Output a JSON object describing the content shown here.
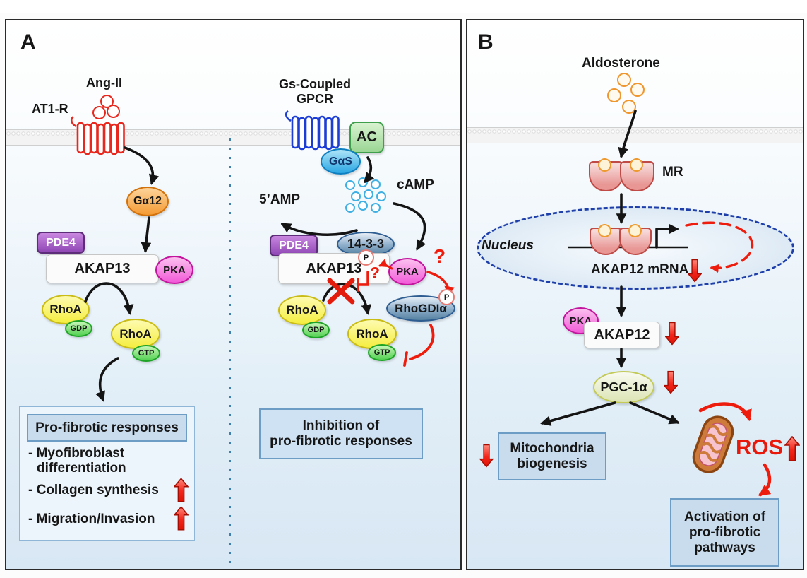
{
  "figure": {
    "panel_a": {
      "label": "A",
      "left": {
        "ligand": "Ang-II",
        "receptor": "AT1-R",
        "g_protein": "Gα12",
        "pde4": "PDE4",
        "scaffold": "AKAP13",
        "kinase": "PKA",
        "rhoa": "RhoA",
        "gdp": "GDP",
        "gtp": "GTP",
        "outcome_title": "Pro-fibrotic responses",
        "item1_line1": "- Myofibroblast",
        "item1_line2": "differentiation",
        "item2": "- Collagen synthesis",
        "item3": "- Migration/Invasion"
      },
      "right": {
        "gpcr_line1": "Gs-Coupled",
        "gpcr_line2": "GPCR",
        "ac": "AC",
        "g_protein": "GαS",
        "camp": "cAMP",
        "amp": "5’AMP",
        "pde4": "PDE4",
        "adapter": "14-3-3",
        "scaffold": "AKAP13",
        "kinase": "PKA",
        "phospho": "P",
        "question": "?",
        "gdi": "RhoGDIα",
        "rhoa": "RhoA",
        "gdp": "GDP",
        "gtp": "GTP",
        "outcome_line1": "Inhibition of",
        "outcome_line2": "pro-fibrotic responses"
      }
    },
    "panel_b": {
      "label": "B",
      "hormone": "Aldosterone",
      "receptor": "MR",
      "nucleus": "Nucleus",
      "mrna": "AKAP12 mRNA",
      "kinase": "PKA",
      "scaffold": "AKAP12",
      "coactivator": "PGC-1α",
      "mito_line1": "Mitochondria",
      "mito_line2": "biogenesis",
      "ros": "ROS",
      "act_line1": "Activation of",
      "act_line2": "pro-fibrotic",
      "act_line3": "pathways"
    },
    "colors": {
      "accent_red": "#ee1c0d",
      "divider_blue": "#3f7fae",
      "membrane_gray": "#e6e6e6",
      "box_fill": "#c9dcee",
      "box_border": "#6d9cc4",
      "nucleus_border": "#1e3faa"
    }
  }
}
